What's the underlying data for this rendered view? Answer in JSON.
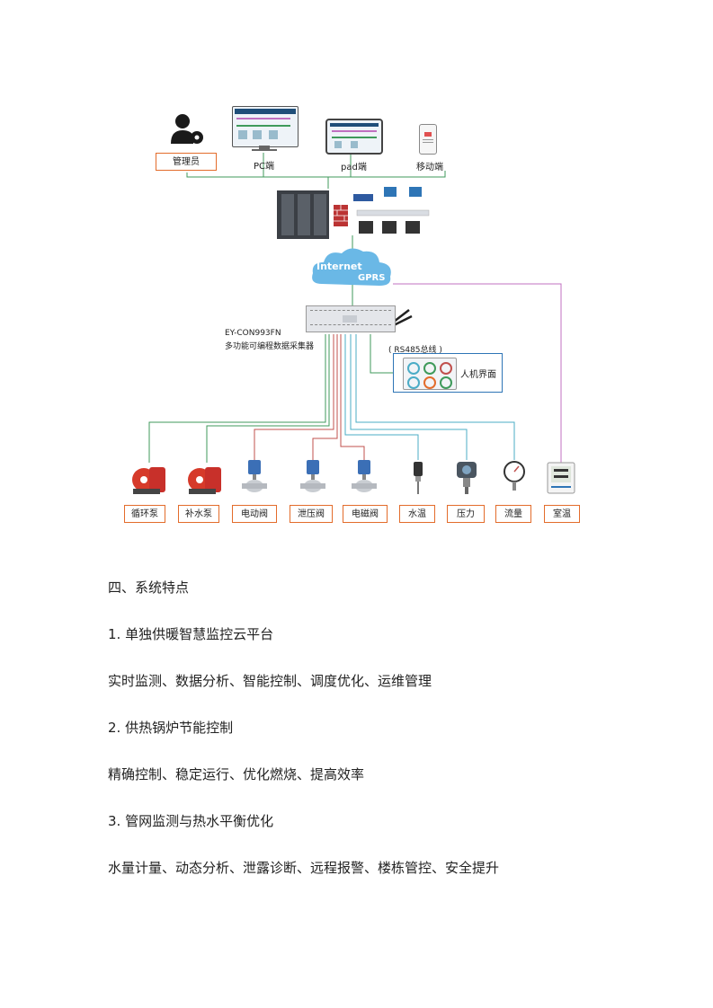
{
  "diagram": {
    "clients": {
      "admin_label": "管理员",
      "pc_label": "PC端",
      "pad_label": "pad端",
      "mobile_label": "移动端"
    },
    "network": {
      "internet": "Internet",
      "gprs": "GPRS"
    },
    "controller": {
      "model": "EY-CON993FN",
      "desc": "多功能可编程数据采集器"
    },
    "bus_label": "( RS485总线 )",
    "hmi_label": "人机界面",
    "devices": [
      {
        "label": "循环泵",
        "icon": "pump-icon"
      },
      {
        "label": "补水泵",
        "icon": "pump-icon"
      },
      {
        "label": "电动阀",
        "icon": "valve-icon"
      },
      {
        "label": "泄压阀",
        "icon": "valve-icon"
      },
      {
        "label": "电磁阀",
        "icon": "valve-icon"
      },
      {
        "label": "水温",
        "icon": "temperature-sensor-icon"
      },
      {
        "label": "压力",
        "icon": "pressure-transmitter-icon"
      },
      {
        "label": "流量",
        "icon": "gauge-icon"
      },
      {
        "label": "室温",
        "icon": "room-thermometer-icon"
      }
    ],
    "colors": {
      "label_border": "#e36c2b",
      "green_line": "#3f9a5b",
      "red_line": "#c0504d",
      "cyan_line": "#4bacc6",
      "purple_line": "#c070c0",
      "blue_border": "#2e75b6"
    }
  },
  "section": {
    "heading": "四、系统特点",
    "items": [
      {
        "title": "1.  单独供暖智慧监控云平台",
        "desc": "实时监测、数据分析、智能控制、调度优化、运维管理"
      },
      {
        "title": "2.   供热锅炉节能控制",
        "desc": "精确控制、稳定运行、优化燃烧、提高效率"
      },
      {
        "title": "3.   管网监测与热水平衡优化",
        "desc": "水量计量、动态分析、泄露诊断、远程报警、楼栋管控、安全提升"
      }
    ]
  }
}
